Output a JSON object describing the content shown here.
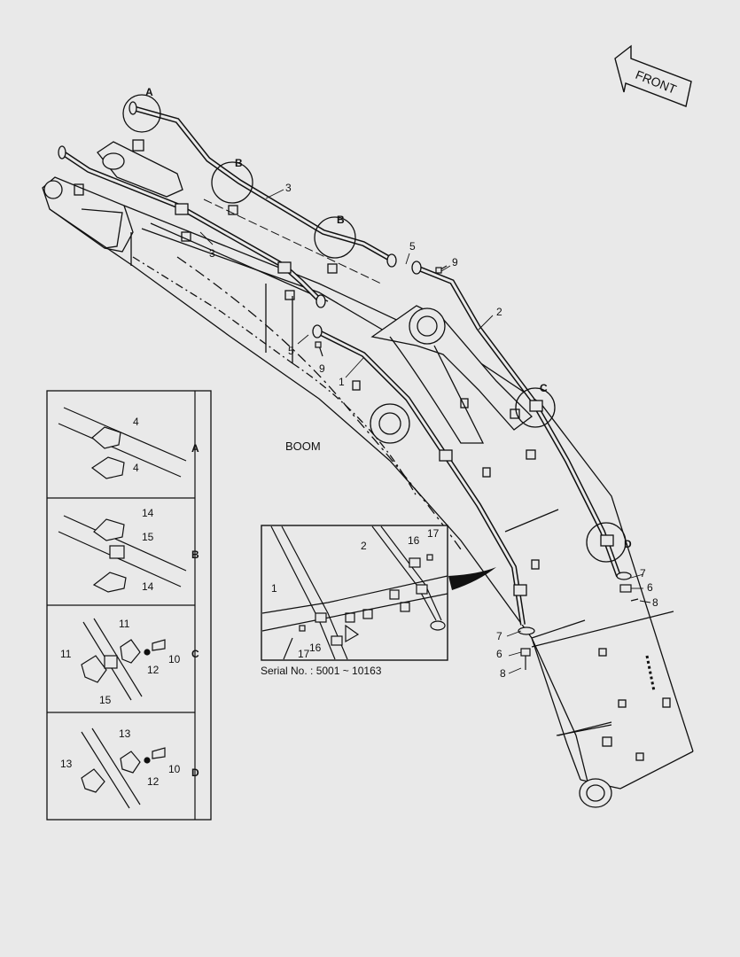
{
  "front_label": "FRONT",
  "boom_label": "BOOM",
  "serial_text": "Serial No. : 5001 ~ 10163",
  "main_callouts": {
    "pipe_2": "2",
    "pipe_3_upper": "3",
    "pipe_3_lower": "3",
    "part_5_upper": "5",
    "part_9_upper": "9",
    "part_5_lower": "5",
    "part_9_lower": "9",
    "pipe_1": "1",
    "part_7": "7",
    "part_6": "6",
    "part_8": "8",
    "part_7_right": "7",
    "part_6_right": "6",
    "part_8_right": "8"
  },
  "detail_markers": {
    "A": "A",
    "B1": "B",
    "B2": "B",
    "C": "C",
    "D": "D"
  },
  "inset": {
    "pipe_1": "1",
    "pipe_2": "2",
    "part_16_top": "16",
    "part_17_top": "17",
    "part_17_bottom": "17",
    "part_16_bottom": "16"
  },
  "detail_panels": [
    {
      "letter": "A",
      "labels": [
        "4",
        "4"
      ]
    },
    {
      "letter": "B",
      "labels": [
        "14",
        "15",
        "14"
      ]
    },
    {
      "letter": "C",
      "labels": [
        "11",
        "11",
        "10",
        "12",
        "15"
      ]
    },
    {
      "letter": "D",
      "labels": [
        "13",
        "13",
        "10",
        "12"
      ]
    }
  ]
}
